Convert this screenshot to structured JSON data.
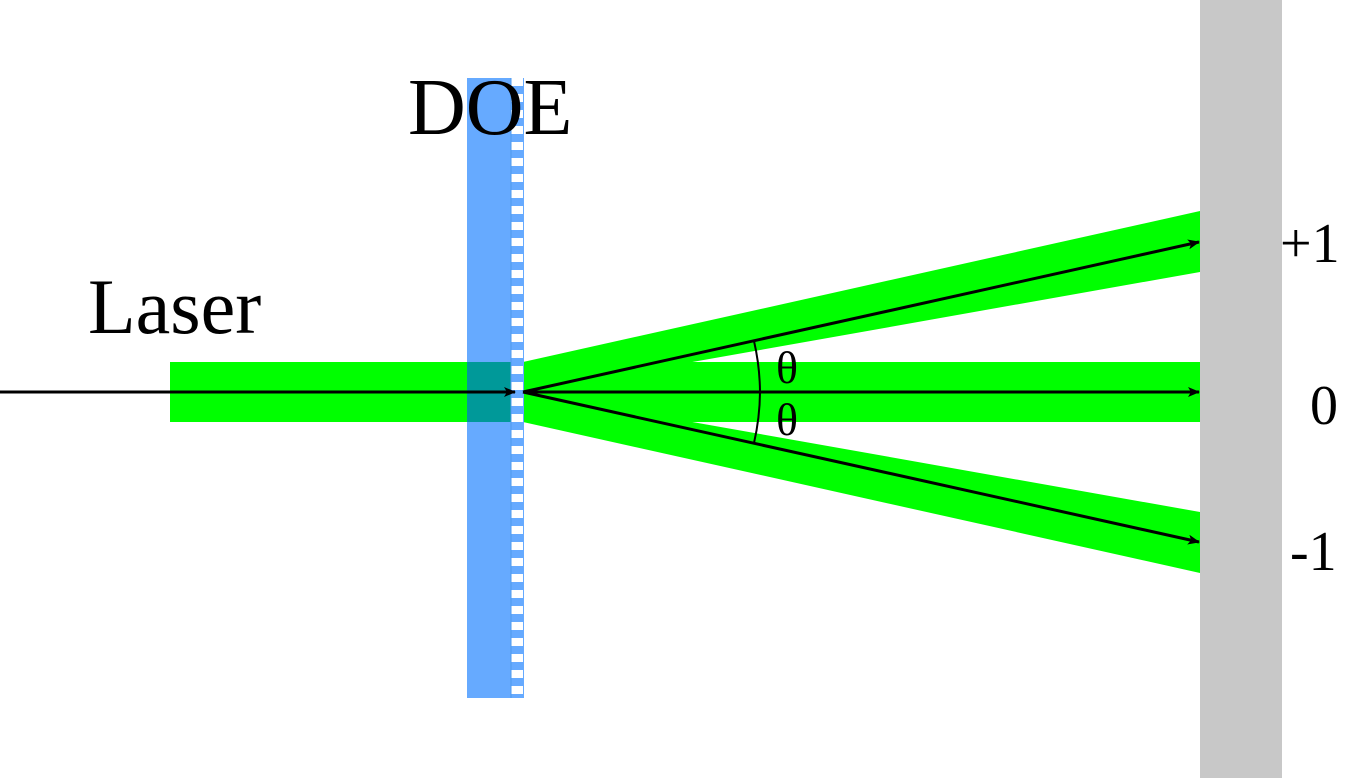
{
  "labels": {
    "doe": "DOE",
    "laser": "Laser",
    "order_plus": "+1",
    "order_zero": "0",
    "order_minus": "-1",
    "angle_upper": "θ",
    "angle_lower": "θ"
  },
  "colors": {
    "beam": "#00ff00",
    "doe": "#66aaff",
    "doe_grating": "#ffffff",
    "beam_through_doe": "#009999",
    "screen": "#c8c8c8",
    "ray": "#000000"
  }
}
